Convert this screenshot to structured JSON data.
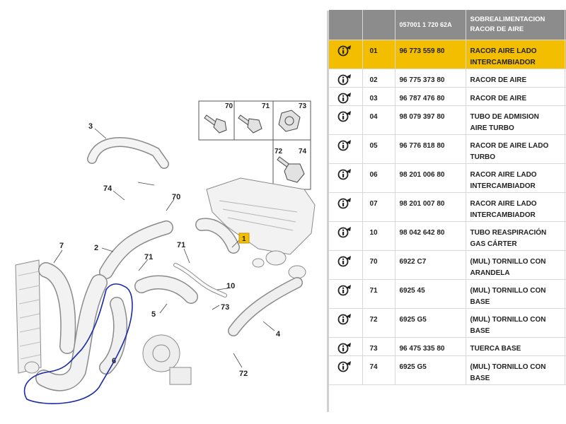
{
  "header": {
    "doc_number": "057001 1 720 62A",
    "description_line1": "SOBREALIMENTACION",
    "description_line2": "RACOR DE AIRE"
  },
  "parts": [
    {
      "index": "01",
      "ref": "96 773 559 80",
      "desc1": "RACOR AIRE LADO",
      "desc2": "INTERCAMBIADOR",
      "selected": true
    },
    {
      "index": "02",
      "ref": "96 775 373 80",
      "desc1": "RACOR DE AIRE",
      "desc2": ""
    },
    {
      "index": "03",
      "ref": "96 787 476 80",
      "desc1": "RACOR DE AIRE",
      "desc2": ""
    },
    {
      "index": "04",
      "ref": "98 079 397 80",
      "desc1": "TUBO DE ADMISION",
      "desc2": "AIRE TURBO"
    },
    {
      "index": "05",
      "ref": "96 776 818 80",
      "desc1": "RACOR DE AIRE LADO",
      "desc2": "TURBO"
    },
    {
      "index": "06",
      "ref": "98 201 006 80",
      "desc1": "RACOR AIRE LADO",
      "desc2": "INTERCAMBIADOR"
    },
    {
      "index": "07",
      "ref": "98 201 007 80",
      "desc1": "RACOR AIRE LADO",
      "desc2": "INTERCAMBIADOR"
    },
    {
      "index": "10",
      "ref": "98 042 642 80",
      "desc1": "TUBO REASPIRACIÓN",
      "desc2": "GAS CÁRTER"
    },
    {
      "index": "70",
      "ref": "6922 C7",
      "desc1": "(MUL) TORNILLO CON",
      "desc2": "ARANDELA"
    },
    {
      "index": "71",
      "ref": "6925 45",
      "desc1": "(MUL) TORNILLO CON",
      "desc2": "BASE"
    },
    {
      "index": "72",
      "ref": "6925 G5",
      "desc1": "(MUL) TORNILLO CON",
      "desc2": "BASE"
    },
    {
      "index": "73",
      "ref": "96 475 335 80",
      "desc1": "TUERCA BASE",
      "desc2": ""
    },
    {
      "index": "74",
      "ref": "6925 G5",
      "desc1": "(MUL) TORNILLO CON",
      "desc2": "BASE"
    }
  ],
  "diagram": {
    "callouts": [
      "3",
      "74",
      "70",
      "7",
      "2",
      "71",
      "71",
      "5",
      "10",
      "73",
      "4",
      "6",
      "72",
      "1"
    ],
    "inset_labels": [
      "70",
      "71",
      "73",
      "72",
      "74"
    ],
    "highlight_color": "#f4be00",
    "annotation_color": "#1a2aa8"
  }
}
